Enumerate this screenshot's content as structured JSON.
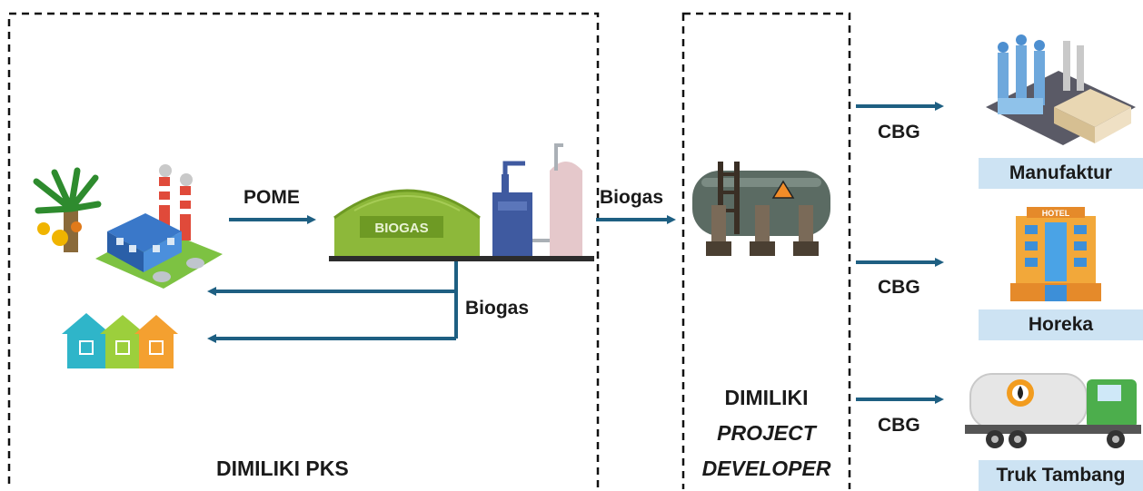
{
  "regions": {
    "pks": {
      "title": "DIMILIKI PKS"
    },
    "developer": {
      "title_line1": "DIMILIKI",
      "title_line2": "PROJECT",
      "title_line3": "DEVELOPER"
    }
  },
  "flows": {
    "pome": "POME",
    "biogas_to_developer": "Biogas",
    "biogas_return": "Biogas",
    "cbg_manufaktur": "CBG",
    "cbg_horeka": "CBG",
    "cbg_truk": "CBG"
  },
  "nodes": {
    "digester_label": "BIOGAS",
    "hotel_sign": "HOTEL"
  },
  "destinations": {
    "manufaktur": "Manufaktur",
    "horeka": "Horeka",
    "truk": "Truk Tambang"
  },
  "colors": {
    "arrow": "#1e5f82",
    "label_bg": "#cde3f3",
    "digester": "#8db83a",
    "tank": "#5b6b63"
  }
}
